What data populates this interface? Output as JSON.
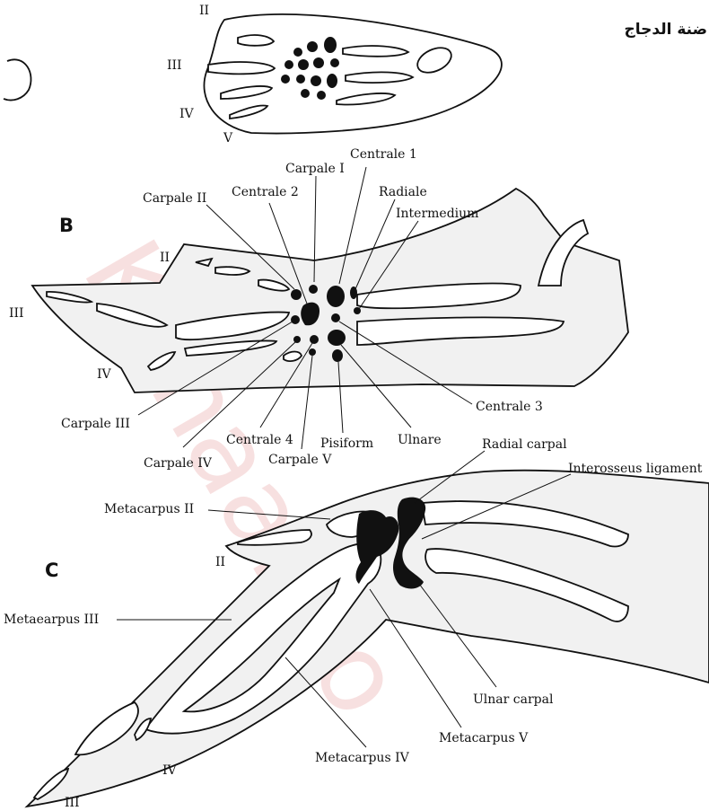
{
  "header": {
    "arabic_title": "ضنة الدجاج"
  },
  "watermark": "Kanaal.co",
  "panel_a": {
    "digits": [
      "II",
      "III",
      "IV",
      "V"
    ]
  },
  "panel_b": {
    "letter": "B",
    "digits": [
      "II",
      "III",
      "IV"
    ],
    "labels": {
      "carpale_1": "Carpale I",
      "centrale_1": "Centrale 1",
      "carpale_2": "Carpale II",
      "centrale_2": "Centrale 2",
      "radiale": "Radiale",
      "intermedium": "Intermedium",
      "carpale_3": "Carpale III",
      "carpale_4": "Carpale IV",
      "centrale_4": "Centrale 4",
      "carpale_5": "Carpale V",
      "pisiform": "Pisiform",
      "ulnare": "Ulnare",
      "centrale_3": "Centrale 3"
    }
  },
  "panel_c": {
    "letter": "C",
    "digits": [
      "II",
      "IV",
      "III"
    ],
    "labels": {
      "radial_carpal": "Radial carpal",
      "interosseus": "Interosseus ligament",
      "metacarpus_2": "Metacarpus II",
      "metacarpus_3": "Metaearpus III",
      "ulnar_carpal": "Ulnar carpal",
      "metacarpus_5": "Metacarpus V",
      "metacarpus_4": "Metacarpus IV"
    }
  }
}
